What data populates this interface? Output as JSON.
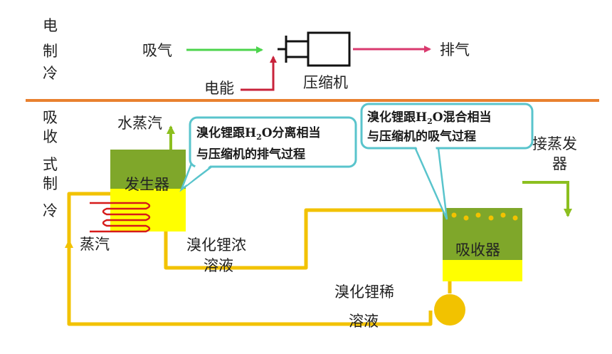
{
  "colors": {
    "divider": "#e9812f",
    "intake_arrow": "#4cd44c",
    "exhaust_arrow": "#d93a6e",
    "power_line": "#c8233b",
    "pipe": "#f2c200",
    "green_block": "#7fa72a",
    "yellow_block": "#ffff00",
    "callout_border": "#59c4cc",
    "heater_coil": "#d61a1a",
    "pump": "#f2c200",
    "absorber_dots": "#f2c200"
  },
  "electric": {
    "section_label": [
      "电",
      "制",
      "冷"
    ],
    "intake": "吸气",
    "power": "电能",
    "compressor": "压缩机",
    "exhaust": "排气"
  },
  "absorption": {
    "section_label": [
      "吸",
      "收",
      "式",
      "制",
      "冷"
    ],
    "vapor": "水蒸汽",
    "generator": "发生器",
    "steam": "蒸汽",
    "concentrated": [
      "溴化锂浓",
      "溶液"
    ],
    "dilute": [
      "溴化锂稀",
      "溶液"
    ],
    "absorber": "吸收器",
    "from_evaporator": [
      "接蒸发",
      "器"
    ],
    "callout_left": {
      "line1_a": "溴化锂跟H",
      "line1_sub": "2",
      "line1_b": "O分离相当",
      "line2": "与压缩机的排气过程"
    },
    "callout_right": {
      "line1_a": "溴化锂跟H",
      "line1_sub": "2",
      "line1_b": "O混合相当",
      "line2": "与压缩机的吸气过程"
    }
  }
}
